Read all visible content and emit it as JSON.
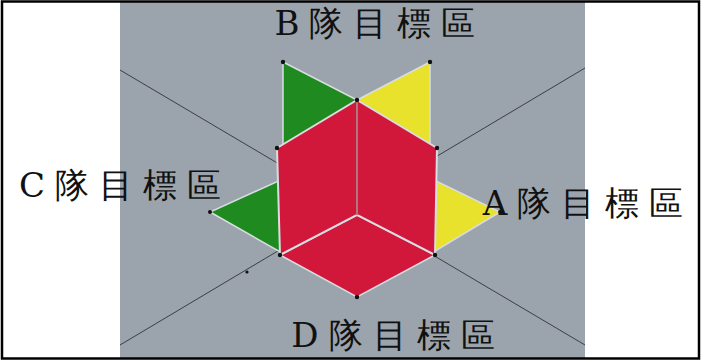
{
  "diagram": {
    "labels": [
      "B隊目標區",
      "C隊目標區",
      "A隊目標區",
      "D隊目標區"
    ]
  }
}
